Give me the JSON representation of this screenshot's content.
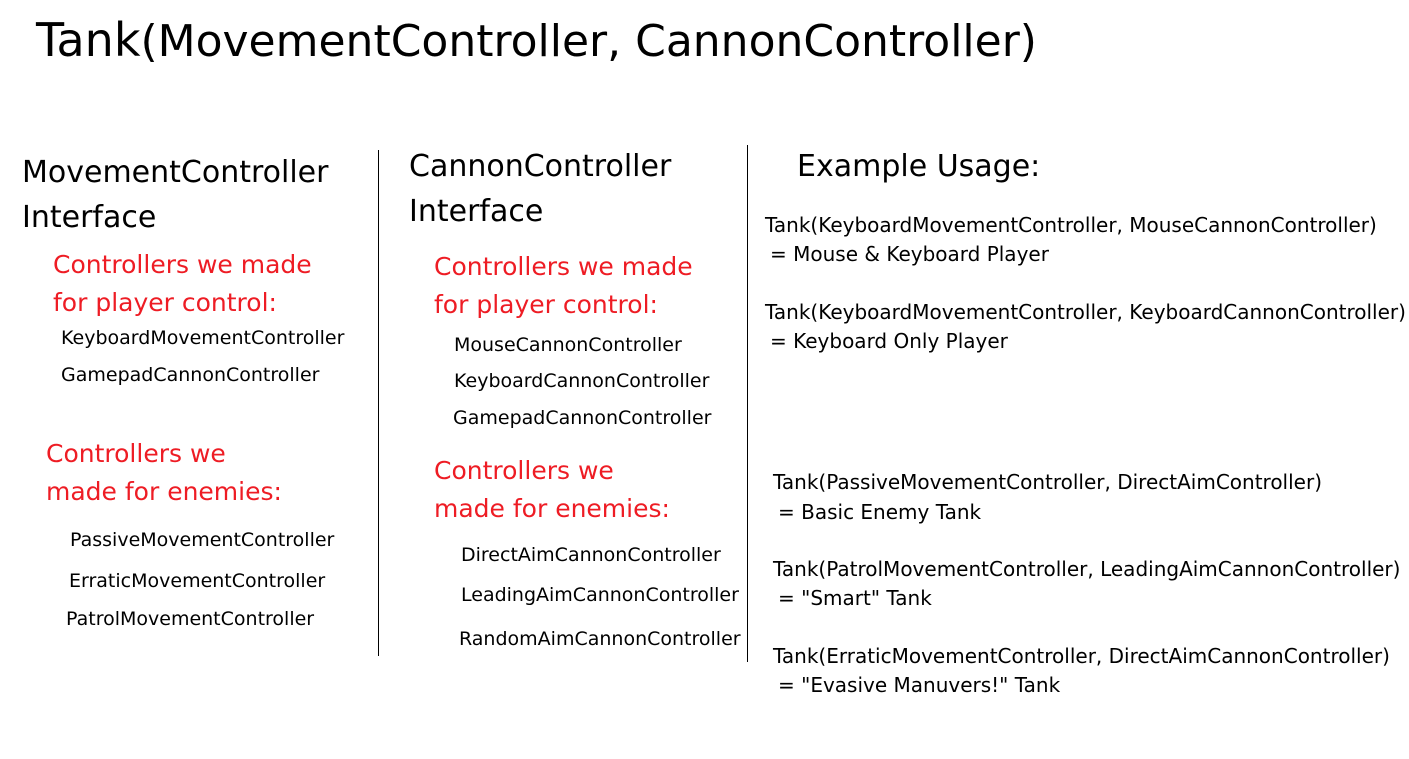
{
  "title": {
    "main": "Tank",
    "args": "(MovementController, CannonController)"
  },
  "movement": {
    "heading_line1": "MovementController",
    "heading_line2": "Interface",
    "player_label_line1": "Controllers we made",
    "player_label_line2": "for player control:",
    "player_items": [
      "KeyboardMovementController",
      "GamepadCannonController"
    ],
    "enemy_label_line1": "Controllers we",
    "enemy_label_line2": "made for enemies:",
    "enemy_items": [
      "PassiveMovementController",
      "ErraticMovementController",
      "PatrolMovementController"
    ]
  },
  "cannon": {
    "heading_line1": "CannonController",
    "heading_line2": "Interface",
    "player_label_line1": "Controllers we made",
    "player_label_line2": "for player control:",
    "player_items": [
      "MouseCannonController",
      "KeyboardCannonController",
      "GamepadCannonController"
    ],
    "enemy_label_line1": "Controllers we",
    "enemy_label_line2": "made for enemies:",
    "enemy_items": [
      "DirectAimCannonController",
      "LeadingAimCannonController",
      "RandomAimCannonController"
    ]
  },
  "examples": {
    "heading": "Example Usage:",
    "items": [
      {
        "code": "Tank(KeyboardMovementController, MouseCannonController)",
        "result": "= Mouse & Keyboard Player"
      },
      {
        "code": "Tank(KeyboardMovementController, KeyboardCannonController)",
        "result": "= Keyboard Only Player"
      },
      {
        "code": "Tank(PassiveMovementController, DirectAimController)",
        "result": "= Basic Enemy Tank"
      },
      {
        "code": "Tank(PatrolMovementController, LeadingAimCannonController)",
        "result": "= \"Smart\" Tank"
      },
      {
        "code": "Tank(ErraticMovementController, DirectAimCannonController)",
        "result": "= \"Evasive Manuvers!\" Tank"
      }
    ]
  },
  "colors": {
    "accent_red": "#ee1c24",
    "text": "#000000",
    "background": "#ffffff"
  }
}
